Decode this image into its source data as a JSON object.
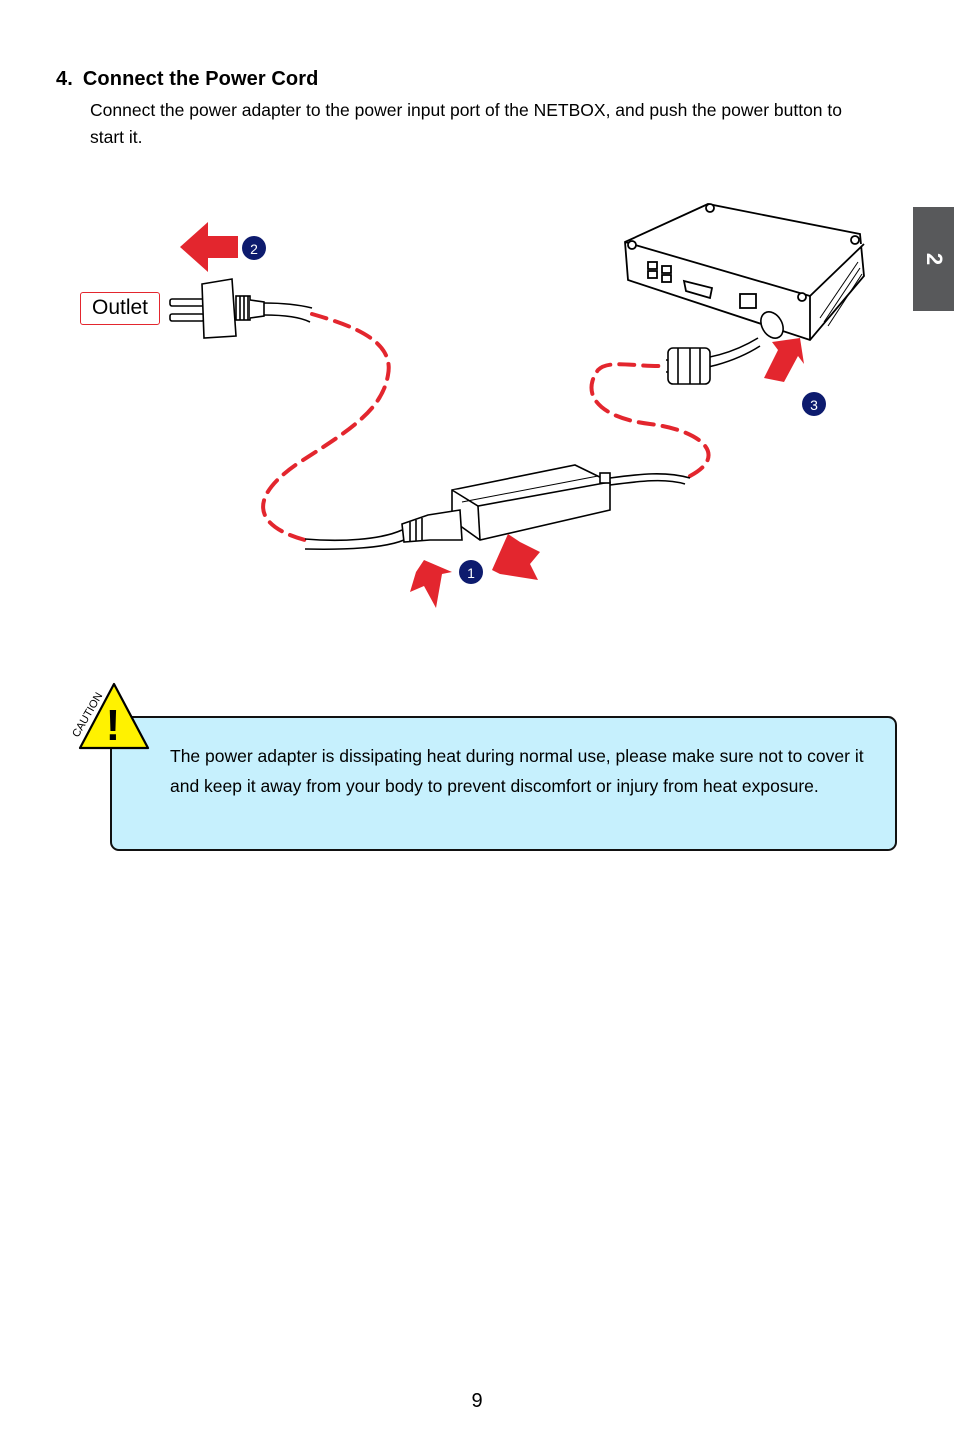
{
  "section": {
    "number": "4.",
    "title": "Connect the Power Cord",
    "body": "Connect the power adapter to the power input port of the NETBOX, and push the power button to start it."
  },
  "side_tab": {
    "label": "2",
    "color": "#58595b"
  },
  "diagram": {
    "outlet_label": "Outlet",
    "step_badges": [
      "1",
      "2",
      "3"
    ],
    "arrow_color": "#e3262e",
    "badge_color": "#0d1b6e",
    "icons": [
      "power-plug-icon",
      "power-adapter-icon",
      "netbox-device-icon",
      "red-arrow-icon"
    ]
  },
  "caution": {
    "label": "CAUTION",
    "symbol": "!",
    "text": "The power adapter is dissipating heat during normal use, please make sure not to cover it and keep it away from your body to prevent discomfort or injury from heat exposure.",
    "background": "#c6f0fd",
    "icon_color": "#fff200"
  },
  "page_number": "9"
}
